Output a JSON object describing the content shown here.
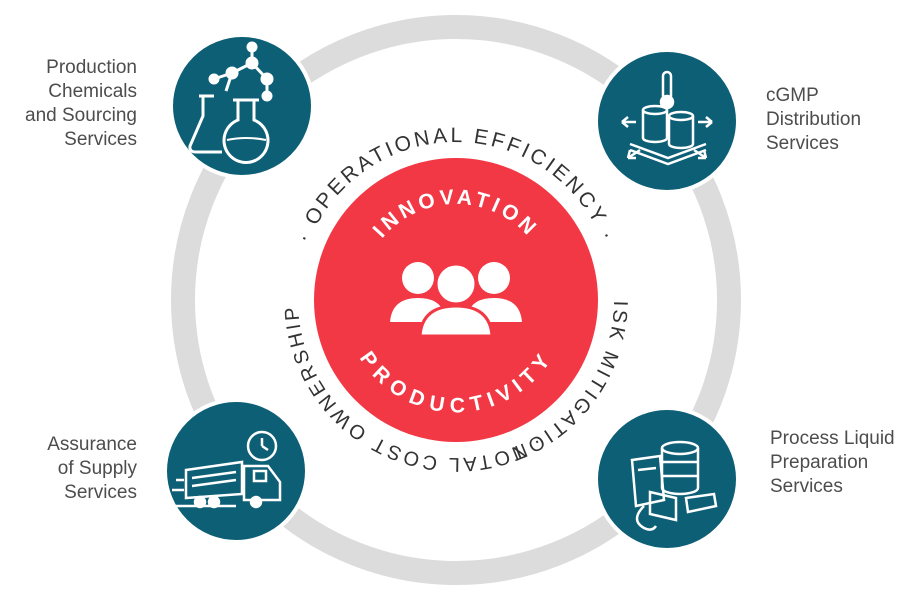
{
  "services": {
    "top_left": {
      "lines": [
        "Production",
        "Chemicals",
        "and Sourcing",
        "Services"
      ],
      "icon": "chemistry-flask-icon"
    },
    "top_right": {
      "lines": [
        "cGMP",
        "Distribution",
        "Services"
      ],
      "icon": "distribution-pallet-icon"
    },
    "bottom_left": {
      "lines": [
        "Assurance",
        "of Supply",
        "Services"
      ],
      "icon": "delivery-truck-icon"
    },
    "bottom_right": {
      "lines": [
        "Process Liquid",
        "Preparation",
        "Services"
      ],
      "icon": "liquid-bags-drum-icon"
    }
  },
  "center": {
    "top_word": "INNOVATION",
    "bottom_word": "PRODUCTIVITY",
    "icon": "people-group-icon"
  },
  "ring_text": {
    "top": "· OPERATIONAL EFFICIENCY ·",
    "right": "RISK MITIGATION",
    "bottom": "· TOTAL COST OWNERSHIP"
  },
  "colors": {
    "ring": "#dcdcdc",
    "teal": "#0d5f76",
    "red": "#f23845",
    "text": "#4d4d4d",
    "ring_text": "#333333"
  }
}
